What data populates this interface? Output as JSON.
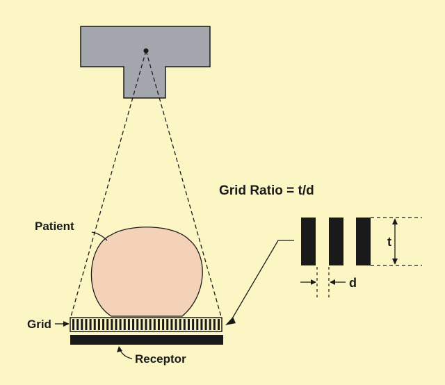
{
  "labels": {
    "formula": "Grid Ratio = t/d",
    "patient": "Patient",
    "grid": "Grid",
    "receptor": "Receptor",
    "thickness": "t",
    "gap": "d"
  },
  "colors": {
    "background": "#fbf6c4",
    "tube": "#a3a7ad",
    "patient": "#f4d2b8",
    "ink": "#1a1a1a"
  },
  "grid": {
    "strip_count": 35
  }
}
